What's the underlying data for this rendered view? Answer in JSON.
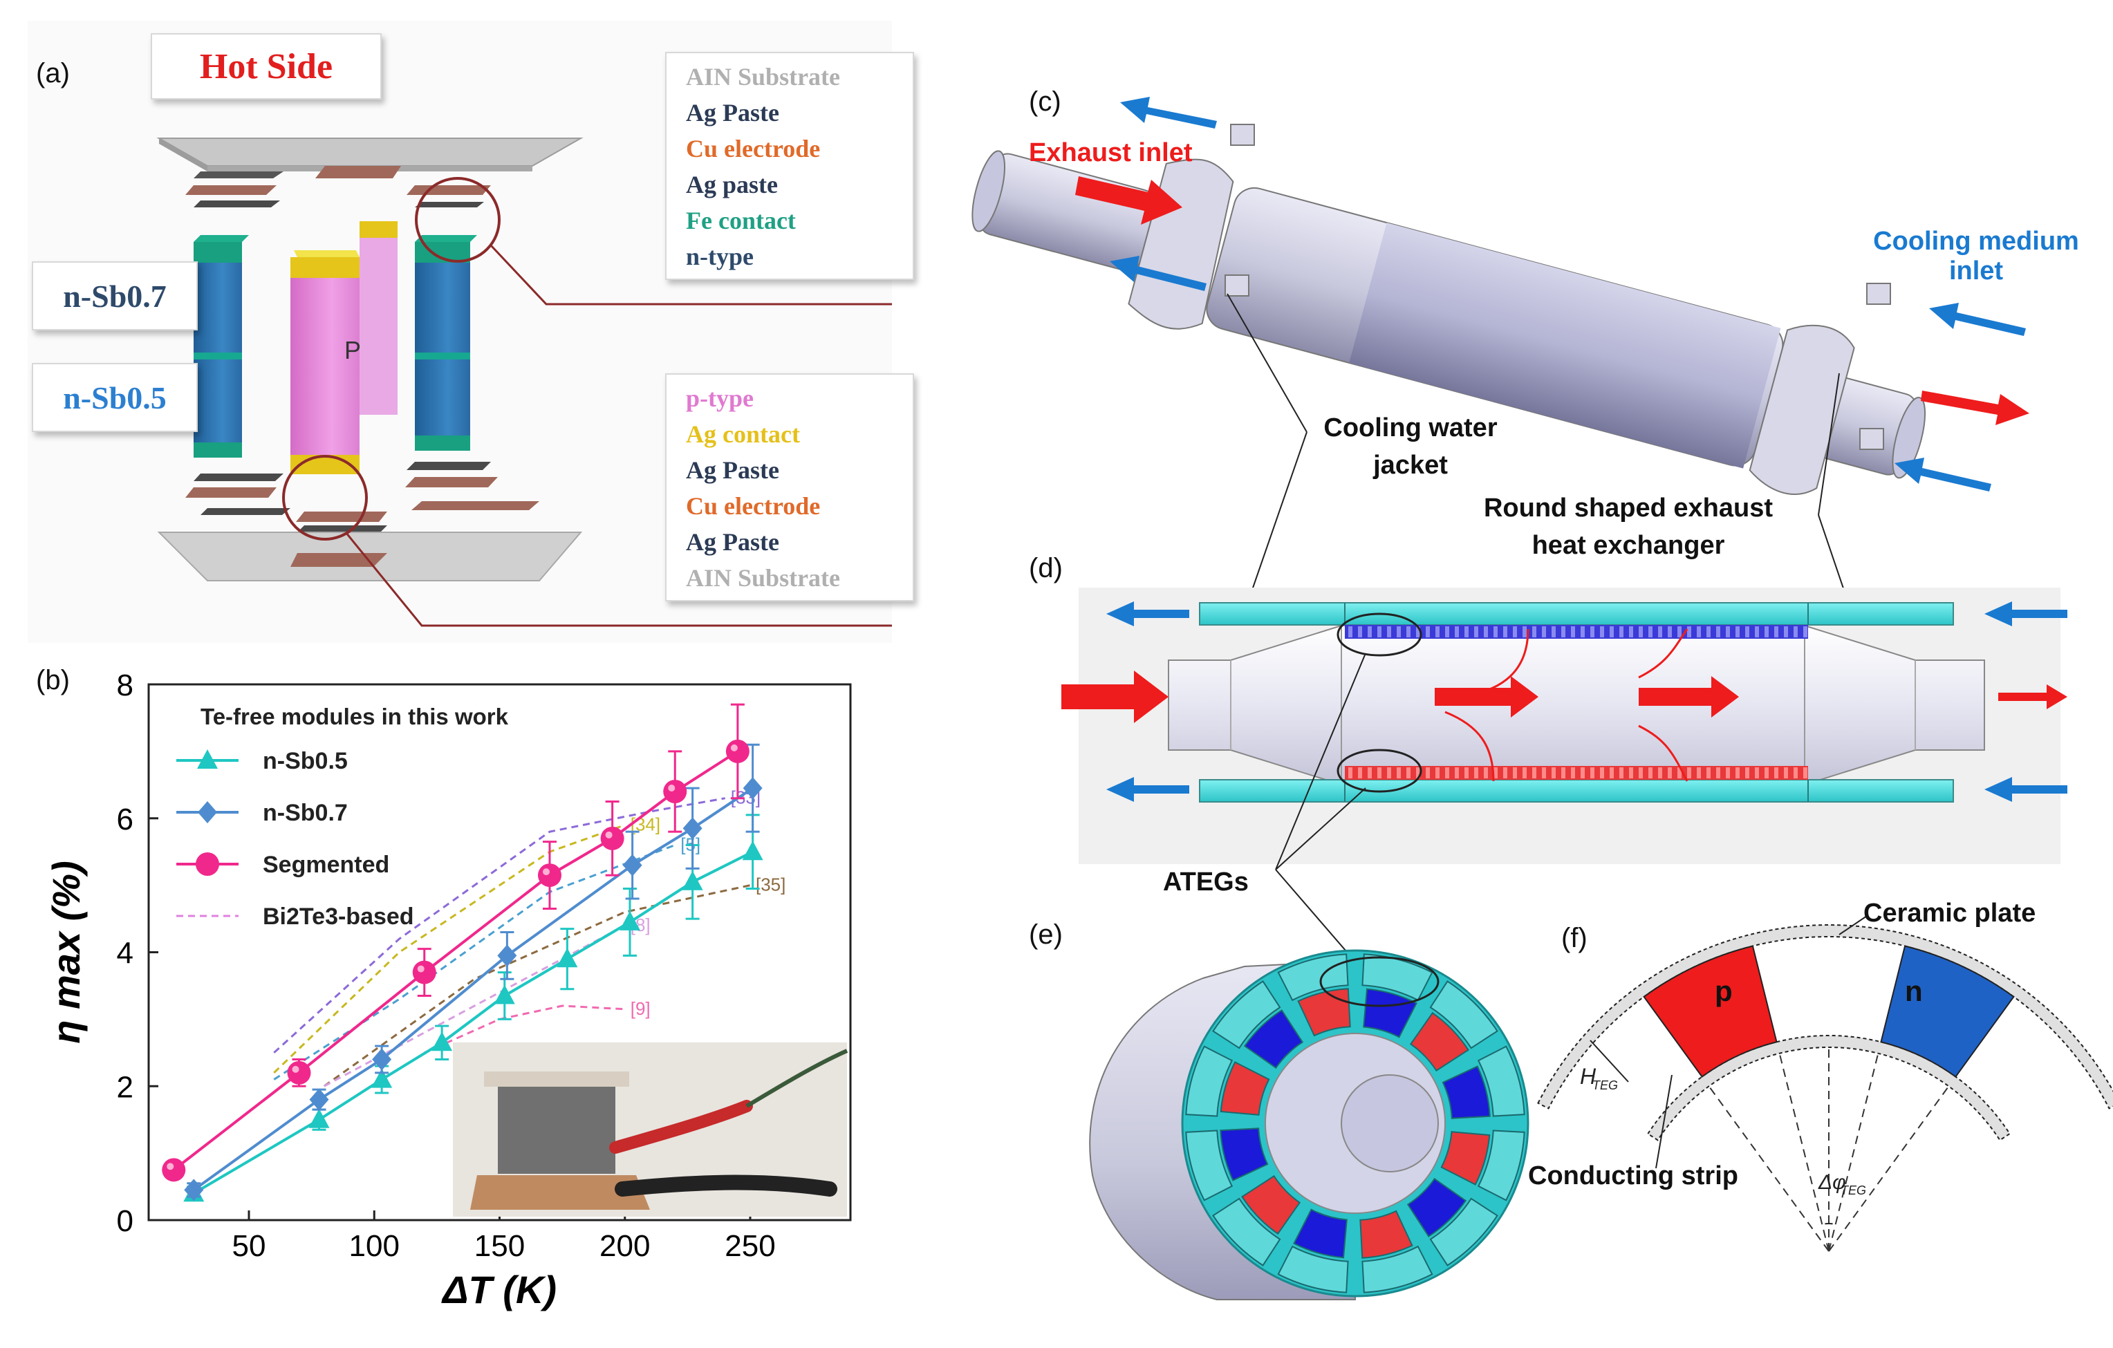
{
  "panels": {
    "a": "(a)",
    "b": "(b)",
    "c": "(c)",
    "d": "(d)",
    "e": "(e)",
    "f": "(f)"
  },
  "panel_a": {
    "hot_side": "Hot Side",
    "n_sb07": "n-Sb0.7",
    "n_sb05": "n-Sb0.5",
    "p_label": "P",
    "top_layers": [
      "AIN Substrate",
      "Ag Paste",
      "Cu electrode",
      "Ag paste",
      "Fe contact",
      "n-type"
    ],
    "bottom_layers": [
      "p-type",
      "Ag contact",
      "Ag Paste",
      "Cu electrode",
      "Ag Paste",
      "AIN Substrate"
    ],
    "colors": {
      "substrate": "#b0b0b0",
      "paste": "#2b3a55",
      "electrode": "#e06a2a",
      "fe_contact": "#1fa084",
      "n_type": "#2e4a6b",
      "p_type": "#e07ad0",
      "ag_contact": "#e5c01a"
    }
  },
  "panel_b": {
    "legend_title": "Te-free modules in this work",
    "ref_labels": [
      "[33]",
      "[34]",
      "[5]",
      "[35]",
      "[8]",
      "[9]"
    ]
  },
  "chart_data": {
    "type": "line",
    "xlabel": "ΔT (K)",
    "ylabel": "η max (%)",
    "xlim": [
      10,
      290
    ],
    "ylim": [
      0,
      8
    ],
    "xticks": [
      50,
      100,
      150,
      200,
      250
    ],
    "yticks": [
      0,
      2,
      4,
      6,
      8
    ],
    "series": [
      {
        "name": "n-Sb0.5",
        "color": "#1ec7c2",
        "marker": "triangle",
        "x": [
          28,
          78,
          103,
          127,
          152,
          177,
          202,
          227,
          251
        ],
        "y": [
          0.4,
          1.5,
          2.1,
          2.65,
          3.35,
          3.9,
          4.45,
          5.05,
          5.5
        ],
        "err": [
          0.1,
          0.15,
          0.2,
          0.25,
          0.35,
          0.45,
          0.5,
          0.55,
          0.55
        ]
      },
      {
        "name": "n-Sb0.7",
        "color": "#4f8ccf",
        "marker": "diamond",
        "x": [
          28,
          78,
          103,
          153,
          203,
          227,
          251
        ],
        "y": [
          0.45,
          1.8,
          2.4,
          3.95,
          5.3,
          5.85,
          6.45
        ],
        "err": [
          0.1,
          0.15,
          0.2,
          0.35,
          0.5,
          0.6,
          0.65
        ]
      },
      {
        "name": "Segmented",
        "color": "#f0288c",
        "marker": "circle",
        "x": [
          20,
          70,
          120,
          170,
          195,
          220,
          245
        ],
        "y": [
          0.75,
          2.2,
          3.7,
          5.15,
          5.7,
          6.4,
          7.0
        ],
        "err": [
          0.1,
          0.2,
          0.35,
          0.5,
          0.55,
          0.6,
          0.7
        ]
      },
      {
        "name": "Bi2Te3-based",
        "color": "#e080e0",
        "marker": "none",
        "dashed": true,
        "x": [],
        "y": []
      }
    ],
    "reference_curves": [
      {
        "label": "[33]",
        "color": "#8c6ad8",
        "x": [
          60,
          110,
          170,
          210,
          240
        ],
        "y": [
          2.5,
          4.2,
          5.8,
          6.1,
          6.3
        ]
      },
      {
        "label": "[34]",
        "color": "#c8b820",
        "x": [
          60,
          110,
          170,
          200
        ],
        "y": [
          2.2,
          4.0,
          5.5,
          5.9
        ]
      },
      {
        "label": "[5]",
        "color": "#4aa0d0",
        "x": [
          60,
          110,
          170,
          220
        ],
        "y": [
          2.1,
          3.3,
          4.9,
          5.6
        ]
      },
      {
        "label": "[35]",
        "color": "#8c6a40",
        "x": [
          80,
          140,
          200,
          250
        ],
        "y": [
          2.0,
          3.6,
          4.6,
          5.0
        ]
      },
      {
        "label": "[8]",
        "color": "#d8a0e0",
        "x": [
          80,
          140,
          200
        ],
        "y": [
          2.0,
          3.2,
          4.4
        ]
      },
      {
        "label": "[9]",
        "color": "#f06ab0",
        "x": [
          120,
          150,
          175,
          200
        ],
        "y": [
          2.5,
          3.0,
          3.2,
          3.15
        ]
      }
    ]
  },
  "panel_c": {
    "exhaust_inlet": "Exhaust inlet",
    "cooling_medium_1": "Cooling medium",
    "cooling_medium_2": "inlet",
    "cooling_water_1": "Cooling water",
    "cooling_water_2": "jacket",
    "round_shaped_1": "Round shaped exhaust",
    "round_shaped_2": "heat exchanger"
  },
  "panel_e": {
    "ategs": "ATEGs"
  },
  "panel_f": {
    "ceramic_plate": "Ceramic plate",
    "p": "p",
    "n": "n",
    "h_teg": "H",
    "h_teg_sub": "TEG",
    "conducting_strip": "Conducting strip",
    "dphi": "Δφ",
    "dphi_sub": "TEG"
  }
}
